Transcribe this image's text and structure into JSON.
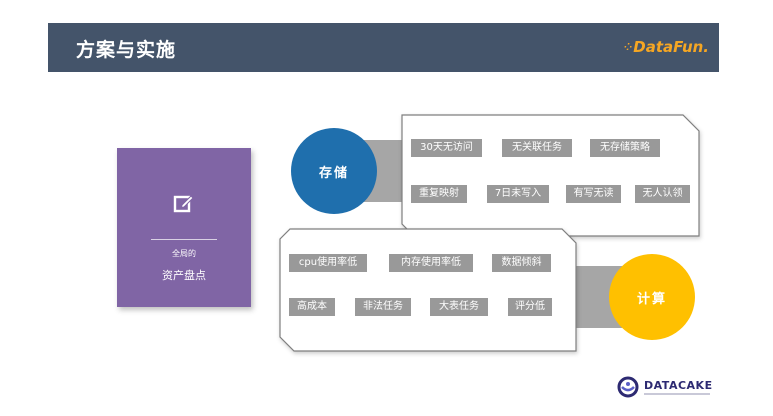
{
  "header": {
    "title": "方案与实施",
    "brand": "DataFun."
  },
  "card": {
    "subtitle": "全局的",
    "title": "资产盘点",
    "icon": "edit-icon"
  },
  "storage": {
    "label": "存储",
    "tags": [
      "30天无访问",
      "无关联任务",
      "无存储策略",
      "重复映射",
      "7日未写入",
      "有写无读",
      "无人认领"
    ]
  },
  "compute": {
    "label": "计算",
    "tags": [
      "cpu使用率低",
      "内存使用率低",
      "数据倾斜",
      "高成本",
      "非法任务",
      "大表任务",
      "评分低"
    ]
  },
  "footer": {
    "brand": "DATACAKE"
  },
  "colors": {
    "header_bg": "#44546a",
    "card_bg": "#8065a5",
    "storage": "#1f6fad",
    "compute": "#ffc000",
    "tag_bg": "#999999",
    "brand_orange": "#f5a623"
  }
}
